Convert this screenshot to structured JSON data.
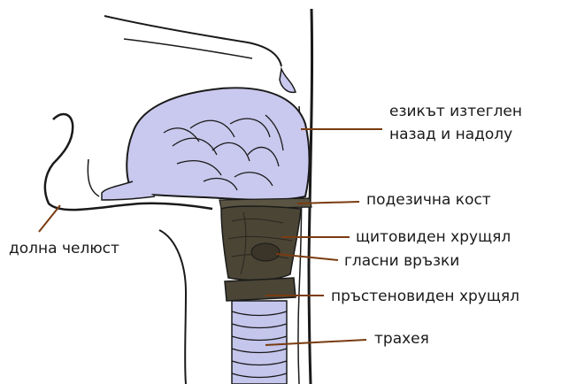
{
  "labels": {
    "tongue_line1": "езикът изтеглен",
    "tongue_line2": "назад и надолу",
    "hyoid": "подезична кост",
    "thyroid": "щитовиден хрущял",
    "vocal_cords": "гласни връзки",
    "cricoid": "пръстеновиден хрущял",
    "trachea": "трахея",
    "lower_jaw": "долна челюст"
  },
  "colors": {
    "tongue": "#c9c8ee",
    "larynx": "#4a4535",
    "trachea": "#c4c6ec",
    "leader_line": "#7a3b10",
    "outline": "#1a1a1a"
  }
}
